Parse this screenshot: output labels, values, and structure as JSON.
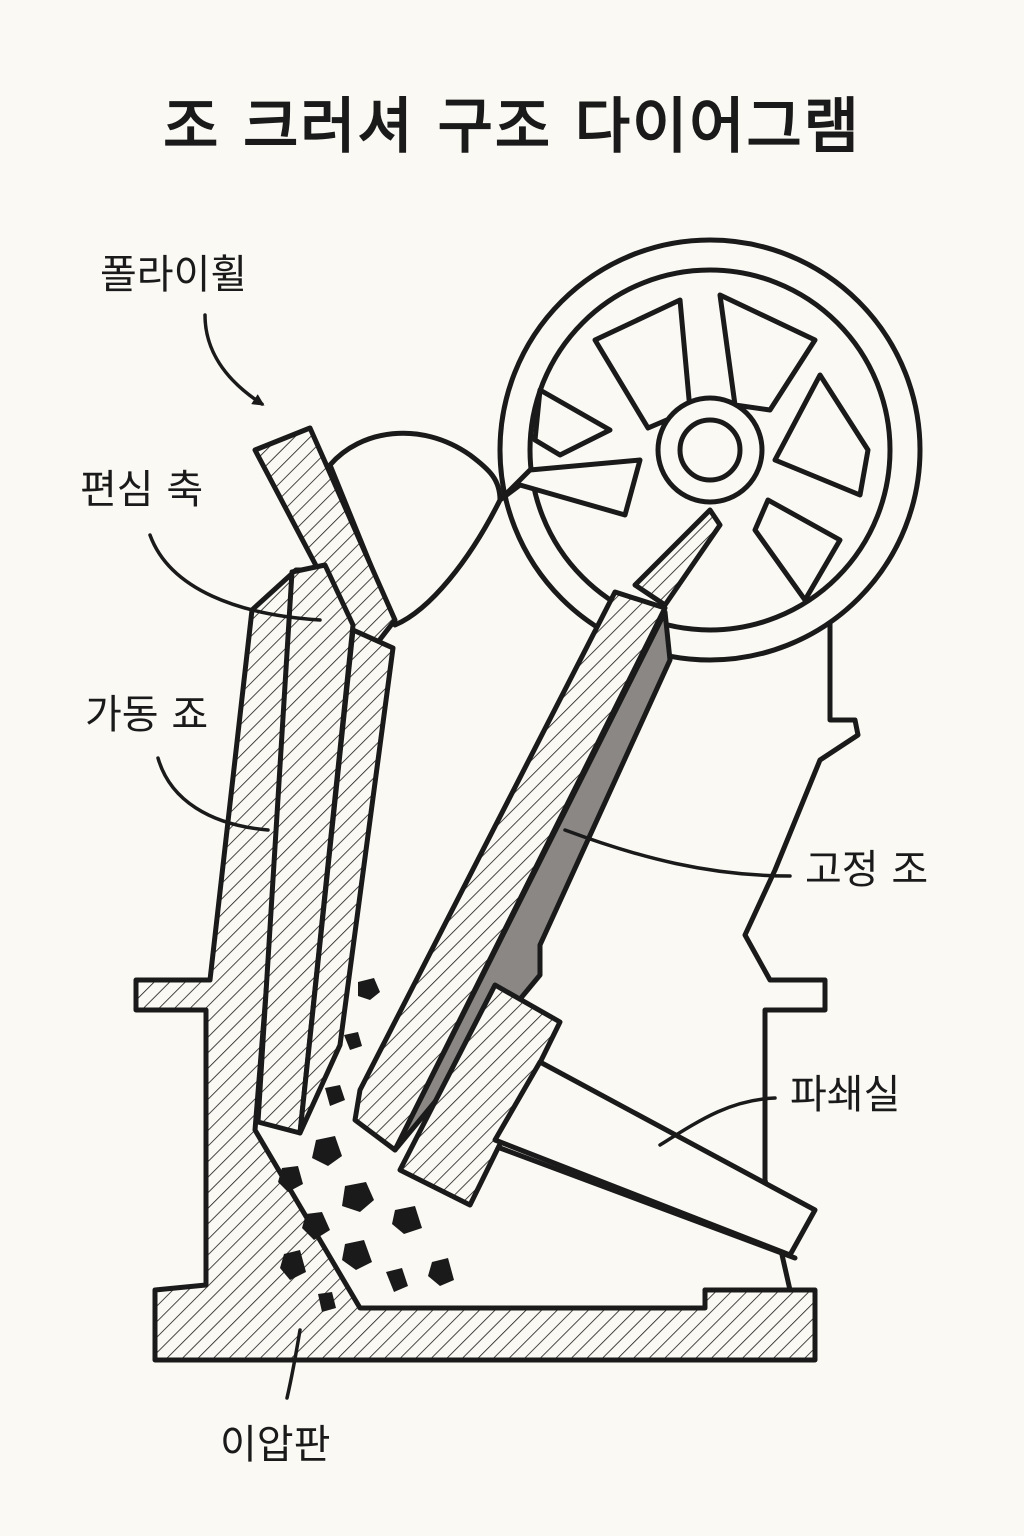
{
  "title": "조 크러셔 구조 다이어그램",
  "labels": {
    "flywheel": "폴라이휠",
    "eccentric_shaft": "편심 축",
    "movable_jaw": "가동 죠",
    "fixed_jaw": "고정 조",
    "crushing_chamber": "파쇄실",
    "toggle_plate": "이압판"
  },
  "colors": {
    "background": "#faf9f4",
    "stroke": "#1a1a1a",
    "liner_fill": "#8a8784",
    "hatch": "#1a1a1a"
  }
}
